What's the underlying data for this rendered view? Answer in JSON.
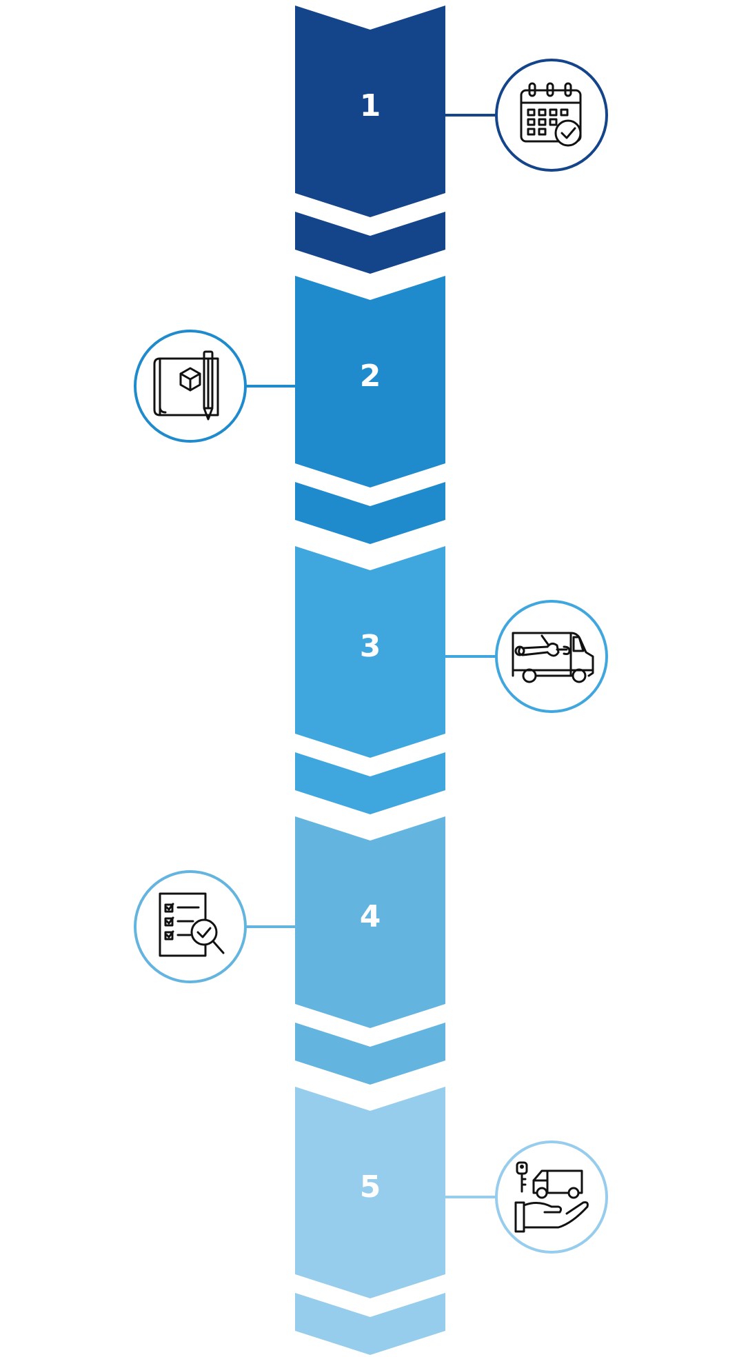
{
  "steps": [
    {
      "number": "1",
      "color": "#14448A",
      "icon": "calendar-check-icon",
      "side": "right"
    },
    {
      "number": "2",
      "color": "#208BCC",
      "icon": "blueprint-pencil-icon",
      "side": "left"
    },
    {
      "number": "3",
      "color": "#40A6DE",
      "icon": "service-van-wrench-icon",
      "side": "right"
    },
    {
      "number": "4",
      "color": "#64B4E0",
      "icon": "checklist-inspection-icon",
      "side": "left"
    },
    {
      "number": "5",
      "color": "#96CCEC",
      "icon": "van-key-handover-icon",
      "side": "right"
    }
  ]
}
